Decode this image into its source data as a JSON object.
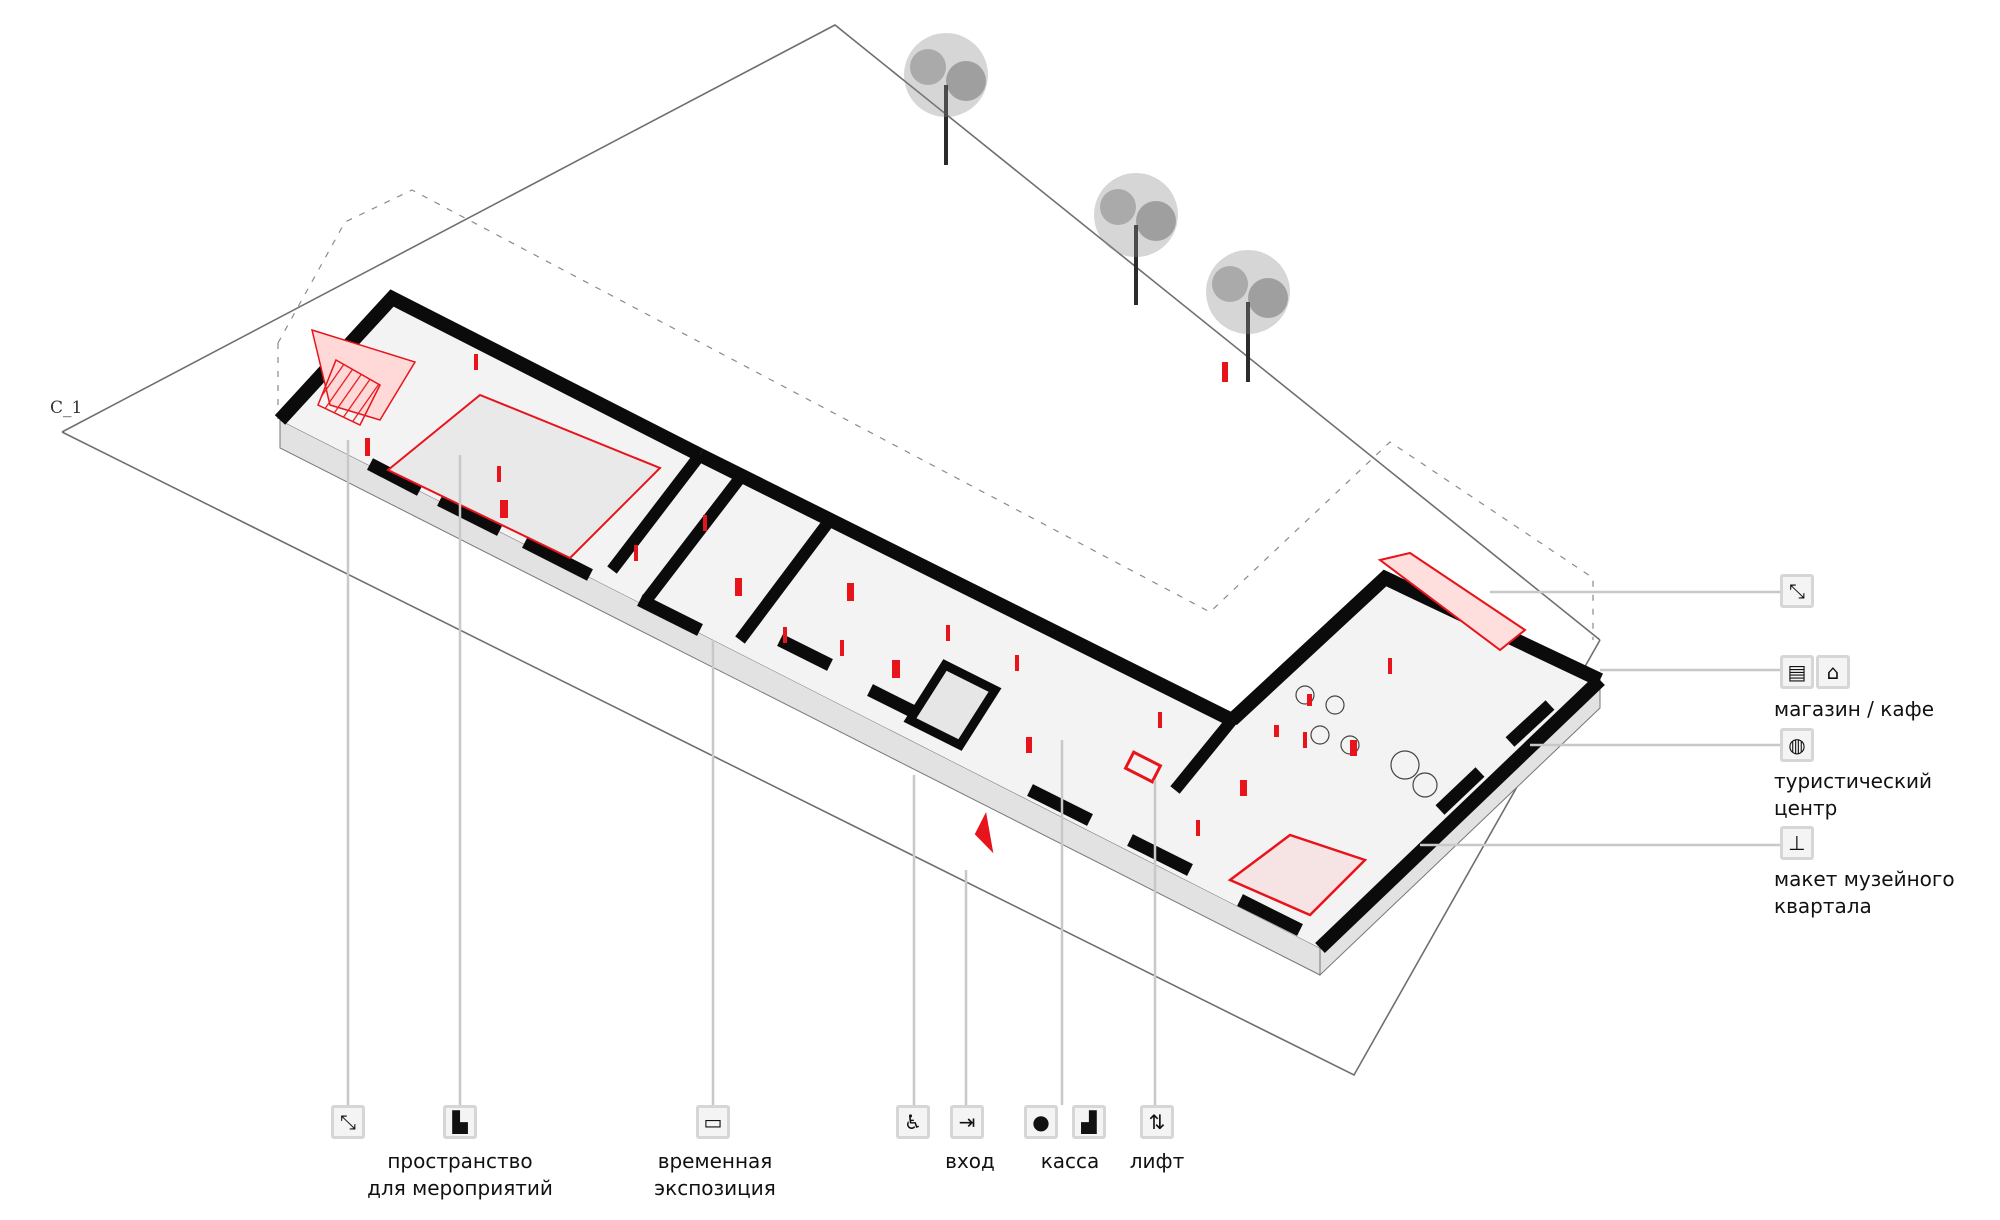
{
  "section_tag": "С_1",
  "colors": {
    "accent_red": "#e8141b",
    "wall_black": "#0b0b0b",
    "floor_light": "#f1f1f1",
    "leader_gray": "#c8c8c8",
    "site_line": "#6f6f6f"
  },
  "legend_bottom": [
    {
      "id": "stairs",
      "icon": "stairs-icon",
      "glyph": "⤡",
      "label": ""
    },
    {
      "id": "event-space",
      "icon": "event-space-icon",
      "glyph": "▙",
      "label": "пространство\nдля мероприятий"
    },
    {
      "id": "temporary-exhibition",
      "icon": "exhibition-frame-icon",
      "glyph": "▭",
      "label": "временная\nэкспозиция"
    },
    {
      "id": "accessibility",
      "icon": "wheelchair-icon",
      "glyph": "♿",
      "label": ""
    },
    {
      "id": "entrance",
      "icon": "entrance-icon",
      "glyph": "⇥",
      "label": "вход"
    },
    {
      "id": "ticket-info",
      "icon": "info-icon",
      "glyph": "●",
      "label": ""
    },
    {
      "id": "ticket-desk",
      "icon": "ticket-desk-icon",
      "glyph": "▟",
      "label": "касса"
    },
    {
      "id": "elevator",
      "icon": "elevator-icon",
      "glyph": "⇅",
      "label": "лифт"
    }
  ],
  "legend_right": [
    {
      "id": "stairs-right",
      "icon": "stairs-icon",
      "glyph": "⤡",
      "label": ""
    },
    {
      "id": "shop",
      "icon": "shop-icon",
      "glyph": "▤",
      "label": ""
    },
    {
      "id": "cafe",
      "icon": "cafe-icon",
      "glyph": "⌂",
      "label": "магазин / кафе"
    },
    {
      "id": "tourist-center",
      "icon": "tourist-center-icon",
      "glyph": "◍",
      "label": "туристический\nцентр"
    },
    {
      "id": "museum-model",
      "icon": "museum-model-icon",
      "glyph": "⊥",
      "label": "макет музейного\nквартала"
    }
  ]
}
